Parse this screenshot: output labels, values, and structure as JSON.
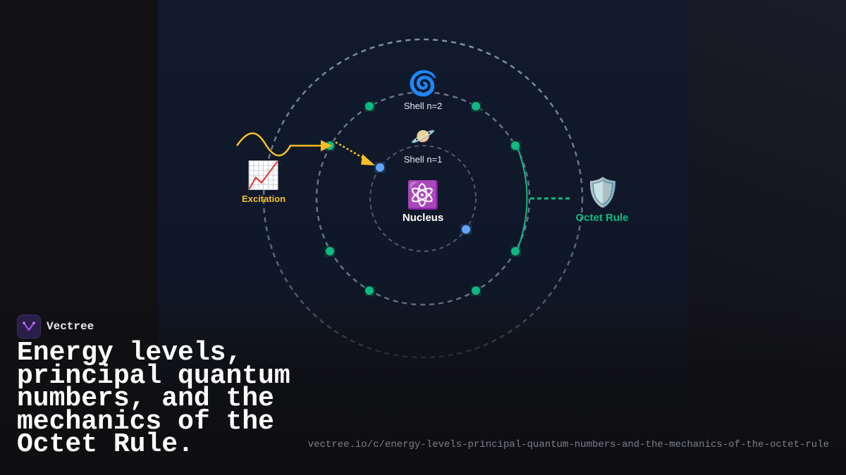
{
  "diagram": {
    "shells": [
      {
        "label": "Shell n=1",
        "icon": "ringed-planet-icon",
        "glyph": "🪐"
      },
      {
        "label": "Shell n=2",
        "icon": "spiral-galaxy-icon",
        "glyph": "🌀"
      }
    ],
    "nucleus": {
      "label": "Nucleus",
      "icon": "atom-symbol-icon",
      "glyph": "⚛️"
    },
    "excitation": {
      "label": "Excitation",
      "icon": "chart-increasing-icon",
      "glyph": "📈"
    },
    "octet": {
      "label": "Octet Rule",
      "icon": "shield-icon",
      "glyph": "🛡️"
    },
    "colors": {
      "inner_electron": "#60a5fa",
      "outer_electron": "#10b981",
      "excitation": "#fbbf24",
      "octet": "#10b981",
      "shell_stroke": "#94a3b8"
    }
  },
  "brand": {
    "name": "Vectree",
    "icon": "vectree-logo-icon"
  },
  "headline": "Energy levels, principal quantum numbers, and the mechanics of the Octet Rule.",
  "url": "vectree.io/c/energy-levels-principal-quantum-numbers-and-the-mechanics-of-the-octet-rule"
}
